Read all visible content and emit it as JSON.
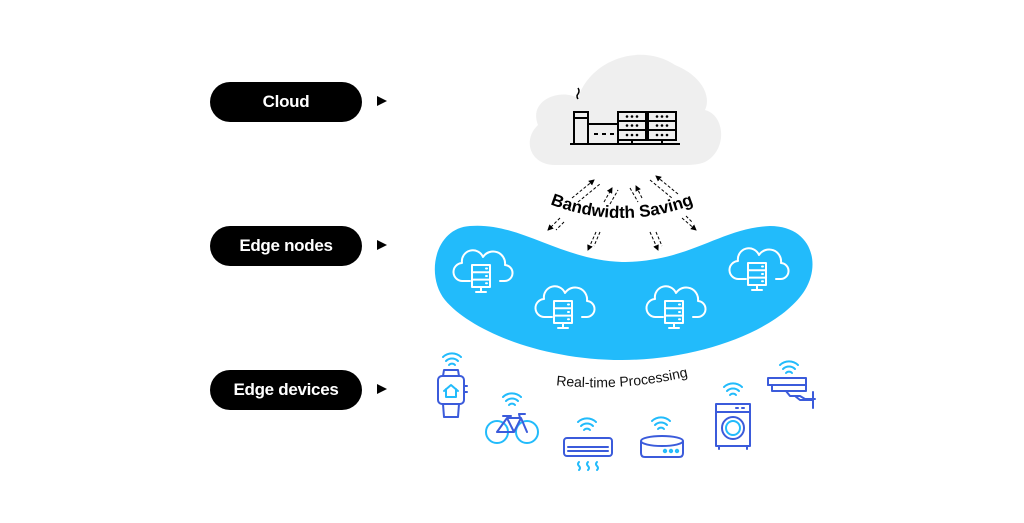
{
  "layers": [
    {
      "label": "Cloud",
      "arrow": "triangle-right"
    },
    {
      "label": "Edge nodes",
      "arrow": "triangle-right"
    },
    {
      "label": "Edge devices",
      "arrow": "triangle-right"
    }
  ],
  "cloud": {
    "icon": "data-center-icon",
    "fill": "#efefef"
  },
  "bandwidth_label": "Bandwidth Saving",
  "edge_nodes": {
    "fill": "#22bbfb",
    "icons": [
      "cloud-server-icon",
      "cloud-server-icon",
      "cloud-server-icon",
      "cloud-server-icon"
    ]
  },
  "realtime_label": "Real-time Processing",
  "devices": [
    {
      "name": "smartwatch",
      "icon": "smartwatch-icon"
    },
    {
      "name": "bicycle",
      "icon": "bicycle-icon"
    },
    {
      "name": "air-conditioner",
      "icon": "air-conditioner-icon"
    },
    {
      "name": "smart-speaker",
      "icon": "smart-speaker-icon"
    },
    {
      "name": "washing-machine",
      "icon": "washing-machine-icon"
    },
    {
      "name": "security-camera",
      "icon": "security-camera-icon"
    }
  ],
  "colors": {
    "device_line": "#3b5bdb",
    "wifi": "#22bbfb",
    "pill_bg": "#000000",
    "pill_text": "#ffffff"
  }
}
